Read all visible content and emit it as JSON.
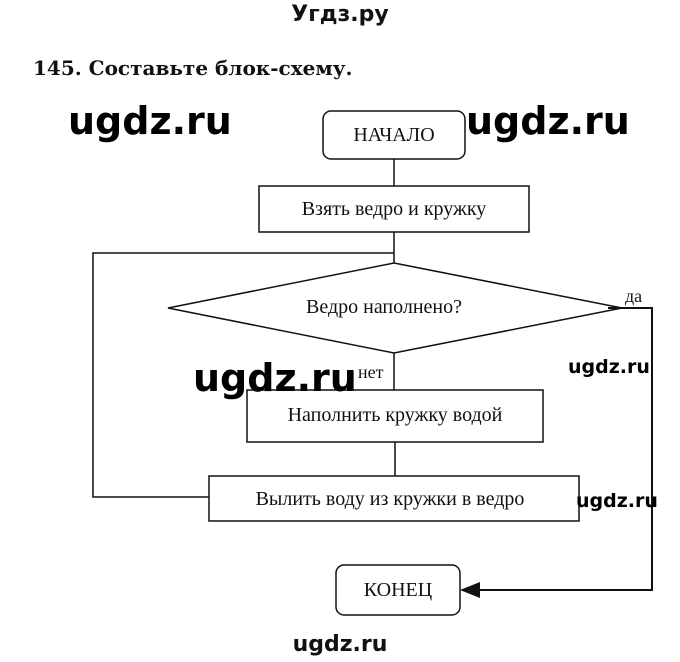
{
  "header": {
    "site": "Угдз.ру"
  },
  "task": {
    "title": "145. Составьте блок-схему."
  },
  "watermarks": {
    "big_left": "ugdz.ru",
    "big_right": "ugdz.ru",
    "big_center": "ugdz.ru",
    "small_1": "ugdz.ru",
    "small_2": "ugdz.ru",
    "footer": "ugdz.ru"
  },
  "flowchart": {
    "start": "НАЧАЛО",
    "step_take": "Взять ведро и кружку",
    "decision": "Ведро наполнено?",
    "yes_label": "да",
    "no_label": "нет",
    "step_fill": "Наполнить кружку водой",
    "step_pour": "Вылить воду из кружки в ведро",
    "end": "КОНЕЦ"
  }
}
